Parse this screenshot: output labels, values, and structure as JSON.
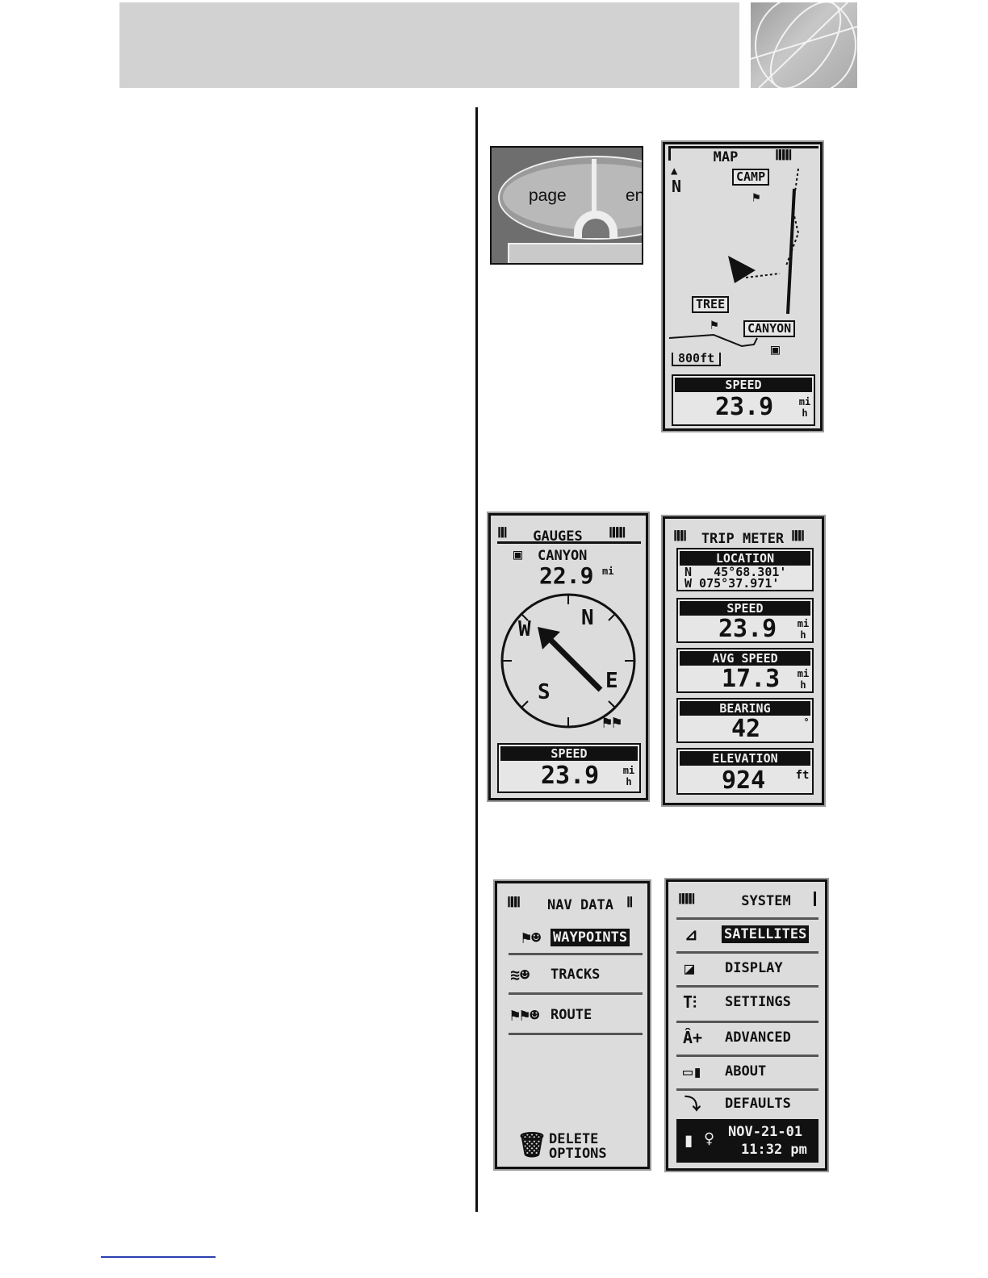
{
  "page": {
    "keypad": {
      "page_key": "page",
      "enter_key": "en"
    },
    "map_screen": {
      "title": "MAP",
      "north": "N",
      "waypoints": [
        "CAMP",
        "TREE",
        "CANYON"
      ],
      "scale": "800ft",
      "field": {
        "label": "SPEED",
        "value": "23.9",
        "unit_top": "mi",
        "unit_bottom": "h"
      }
    },
    "gauges_screen": {
      "title": "GAUGES",
      "destination": "CANYON",
      "distance": "22.9",
      "distance_unit": "mi",
      "compass": {
        "n": "N",
        "e": "E",
        "s": "S",
        "w": "W"
      },
      "field": {
        "label": "SPEED",
        "value": "23.9",
        "unit_top": "mi",
        "unit_bottom": "h"
      }
    },
    "trip_meter_screen": {
      "title": "TRIP METER",
      "location": {
        "label": "LOCATION",
        "lat": "N   45°68.301'",
        "lon": "W 075°37.971'"
      },
      "fields": [
        {
          "label": "SPEED",
          "value": "23.9",
          "unit_top": "mi",
          "unit_bottom": "h"
        },
        {
          "label": "AVG SPEED",
          "value": "17.3",
          "unit_top": "mi",
          "unit_bottom": "h"
        },
        {
          "label": "BEARING",
          "value": "42",
          "unit_top": "°",
          "unit_bottom": ""
        },
        {
          "label": "ELEVATION",
          "value": "924",
          "unit_top": "ft",
          "unit_bottom": ""
        }
      ]
    },
    "nav_data_screen": {
      "title": "NAV DATA",
      "items": [
        {
          "label": "WAYPOINTS",
          "icon": "waypoint-hiker-icon"
        },
        {
          "label": "TRACKS",
          "icon": "tracks-hiker-icon"
        },
        {
          "label": "ROUTE",
          "icon": "route-hiker-icon"
        }
      ],
      "delete_line1": "DELETE",
      "delete_line2": "OPTIONS"
    },
    "system_screen": {
      "title": "SYSTEM",
      "items": [
        {
          "label": "SATELLITES",
          "icon": "satellite-dish-icon"
        },
        {
          "label": "DISPLAY",
          "icon": "contrast-icon"
        },
        {
          "label": "SETTINGS",
          "icon": "tools-icon"
        },
        {
          "label": "ADVANCED",
          "icon": "advanced-icon"
        },
        {
          "label": "ABOUT",
          "icon": "about-computer-icon"
        },
        {
          "label": "DEFAULTS",
          "icon": "return-arrow-icon"
        }
      ],
      "date": "NOV-21-01",
      "time": "11:32 pm"
    }
  }
}
